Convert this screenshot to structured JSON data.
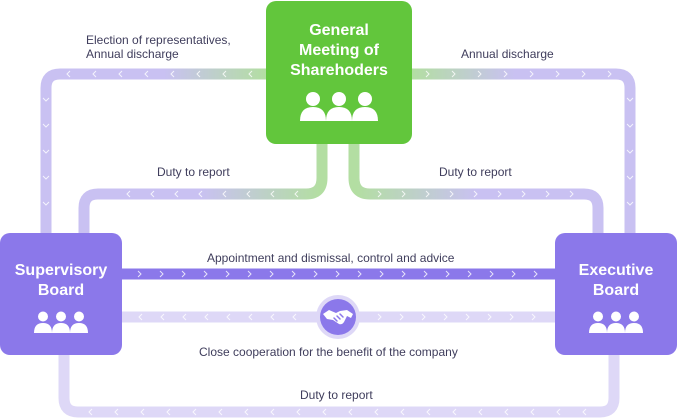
{
  "colors": {
    "green": "#62c63c",
    "green_light": "#b3dea2",
    "purple": "#8b78ea",
    "purple_light": "#c9c1f2",
    "purple_pale": "#ded8f7",
    "text": "#3f3d5c"
  },
  "nodes": {
    "general_meeting": {
      "title_lines": [
        "General",
        "Meeting of",
        "Sharehoders"
      ],
      "icon": "people-group-icon"
    },
    "supervisory_board": {
      "title_lines": [
        "Supervisory",
        "Board"
      ],
      "icon": "people-group-icon"
    },
    "executive_board": {
      "title_lines": [
        "Executive",
        "Board"
      ],
      "icon": "people-group-icon"
    }
  },
  "flows": {
    "election": [
      "Election of representatives,",
      "Annual discharge"
    ],
    "annual_discharge": "Annual discharge",
    "duty_left": "Duty to report",
    "duty_right": "Duty to report",
    "appointment": "Appointment and dismissal, control and advice",
    "cooperation": "Close cooperation for the benefit of the company",
    "duty_bottom": "Duty to report"
  },
  "center_icon": "handshake-icon"
}
